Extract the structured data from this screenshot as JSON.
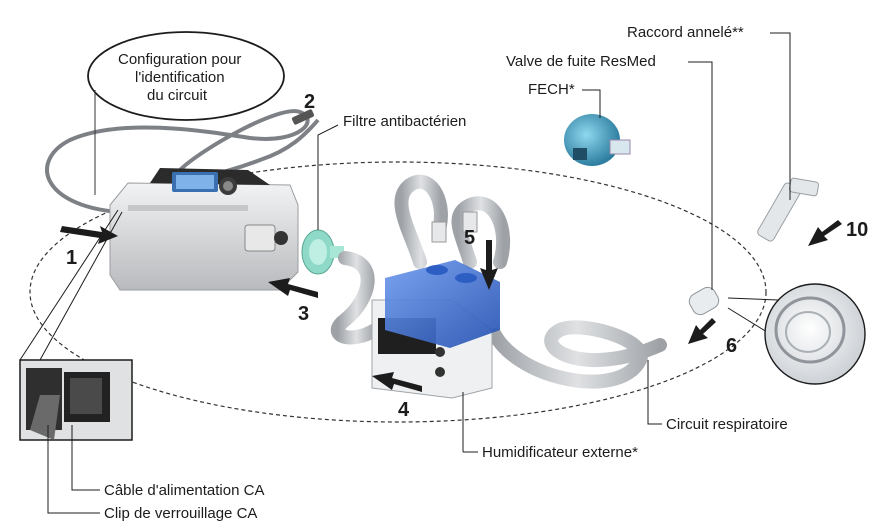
{
  "labels": {
    "config_line1": "Configuration pour",
    "config_line2": "l'identification",
    "config_line3": "du circuit",
    "filter": "Filtre antibactérien",
    "fech": "FECH*",
    "leak_valve": "Valve de fuite ResMed",
    "corrugated": "Raccord annelé**",
    "circuit": "Circuit respiratoire",
    "humidifier": "Humidificateur externe*",
    "power_cable": "Câble d'alimentation CA",
    "clip": "Clip de verrouillage CA"
  },
  "numbers": {
    "n1": "1",
    "n2": "2",
    "n3": "3",
    "n4": "4",
    "n5": "5",
    "n6": "6",
    "n10": "10"
  },
  "colors": {
    "line": "#333333",
    "device_body": "#d9dadb",
    "device_dark": "#2b2b2b",
    "screen": "#3a6fb0",
    "humidifier_blue": "#3b6fd1",
    "filter_green": "#8fd9c8",
    "tube": "#b9bcc0",
    "fech_blue": "#3b8fb0"
  }
}
